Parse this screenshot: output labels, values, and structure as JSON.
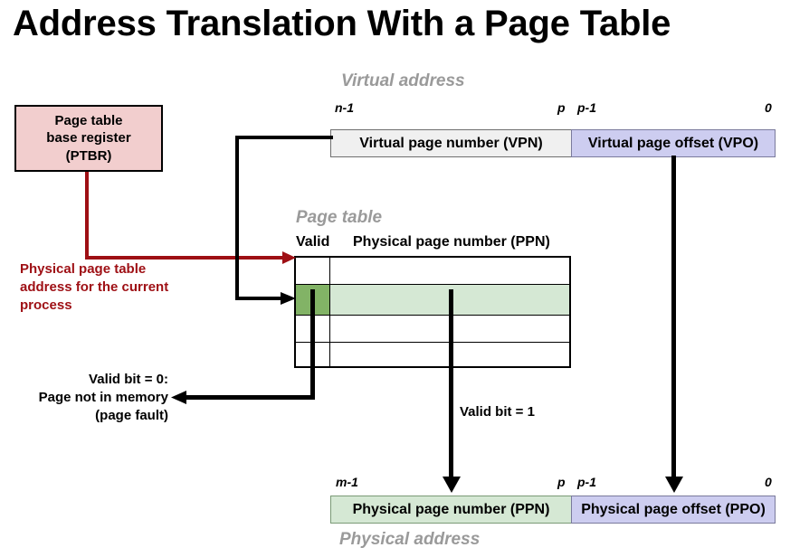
{
  "page_title": "Address Translation With a Page Table",
  "colors": {
    "ptbr_fill": "#F2CECE",
    "vpn_fill": "#F0F0F0",
    "vpo_fill": "#CDCDF0",
    "ppn_fill": "#D5E8D4",
    "ppo_fill": "#CDCDF0",
    "valid_bit_fill": "#82B366",
    "red_accent": "#9E0F14",
    "caption_gray": "#9A9A9A"
  },
  "ptbr": {
    "line1": "Page table",
    "line2": "base register",
    "line3": "(PTBR)"
  },
  "virtual_address": {
    "caption": "Virtual address",
    "bits": {
      "high": "n-1",
      "split_left": "p",
      "split_right": "p-1",
      "low": "0"
    },
    "fields": [
      {
        "label": "Virtual page number (VPN)"
      },
      {
        "label": "Virtual page offset (VPO)"
      }
    ]
  },
  "page_table": {
    "caption": "Page table",
    "headers": {
      "valid": "Valid",
      "ppn": "Physical page number (PPN)"
    },
    "rows": [
      {
        "valid": "",
        "ppn": "",
        "highlighted": false
      },
      {
        "valid": "",
        "ppn": "",
        "highlighted": true
      },
      {
        "valid": "",
        "ppn": "",
        "highlighted": false
      },
      {
        "valid": "",
        "ppn": "",
        "highlighted": false
      }
    ]
  },
  "physical_address": {
    "caption": "Physical address",
    "bits": {
      "high": "m-1",
      "split_left": "p",
      "split_right": "p-1",
      "low": "0"
    },
    "fields": [
      {
        "label": "Physical page number (PPN)"
      },
      {
        "label": "Physical page offset (PPO)"
      }
    ]
  },
  "annotations": {
    "ptbr_note": {
      "line1": "Physical page table",
      "line2": "address for the current",
      "line3": "process"
    },
    "page_fault": {
      "line1": "Valid bit = 0:",
      "line2": "Page not in memory",
      "line3": "(page fault)"
    },
    "valid_hit": "Valid bit = 1"
  }
}
